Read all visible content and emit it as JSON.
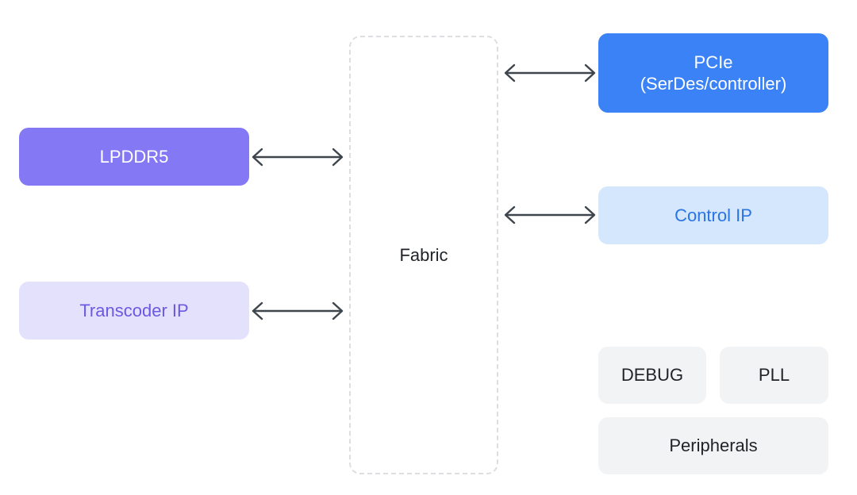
{
  "diagram": {
    "left_blocks": {
      "lpddr5": "LPDDR5",
      "transcoder": "Transcoder IP"
    },
    "center_block": {
      "fabric": "Fabric"
    },
    "right_blocks": {
      "pcie": "PCIe\n(SerDes/controller)",
      "control": "Control IP",
      "debug": "DEBUG",
      "pll": "PLL",
      "peripherals": "Peripherals"
    },
    "colors": {
      "lpddr5_fill": "#8478f5",
      "transcoder_fill": "#e3e1fc",
      "transcoder_text": "#6a5ae3",
      "pcie_fill": "#3a82f6",
      "control_fill": "#d4e7fc",
      "control_text": "#2b74e4",
      "peripheral_fill": "#f1f3f5",
      "fabric_border": "#dcdee2",
      "arrow": "#3e454c"
    },
    "connections": [
      {
        "from": "lpddr5",
        "to": "fabric",
        "direction": "bidirectional"
      },
      {
        "from": "transcoder",
        "to": "fabric",
        "direction": "bidirectional"
      },
      {
        "from": "fabric",
        "to": "pcie",
        "direction": "bidirectional"
      },
      {
        "from": "fabric",
        "to": "control",
        "direction": "bidirectional"
      }
    ]
  }
}
